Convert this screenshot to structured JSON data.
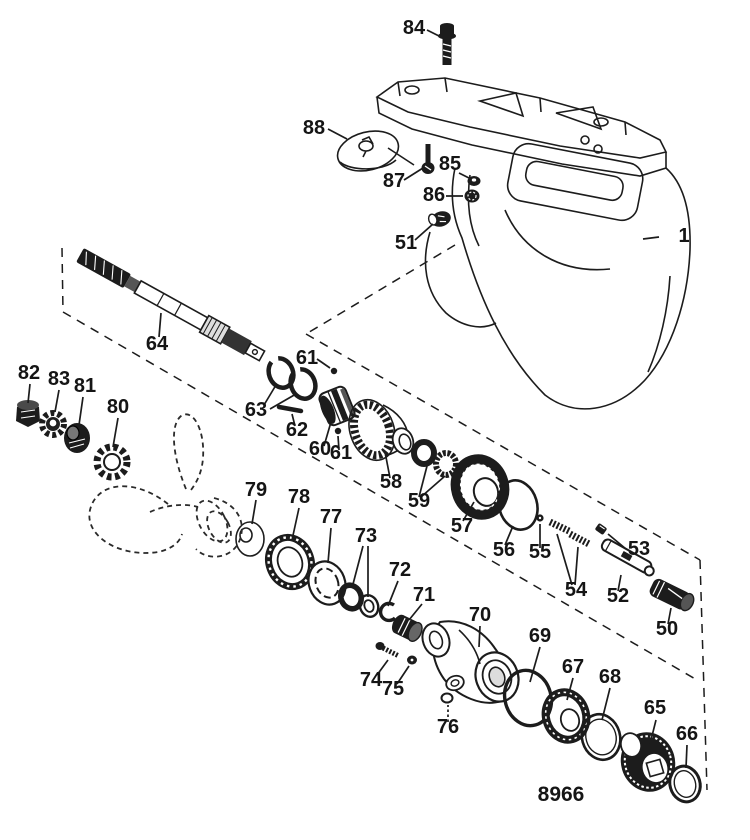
{
  "diagram": {
    "code": "8966",
    "colors": {
      "line": "#1c1c1c",
      "background": "#ffffff"
    },
    "labels": [
      {
        "id": "84",
        "text": "84"
      },
      {
        "id": "88",
        "text": "88"
      },
      {
        "id": "87",
        "text": "87"
      },
      {
        "id": "85",
        "text": "85"
      },
      {
        "id": "86",
        "text": "86"
      },
      {
        "id": "51",
        "text": "51"
      },
      {
        "id": "1",
        "text": "1"
      },
      {
        "id": "64",
        "text": "64"
      },
      {
        "id": "82",
        "text": "82"
      },
      {
        "id": "83",
        "text": "83"
      },
      {
        "id": "81",
        "text": "81"
      },
      {
        "id": "80",
        "text": "80"
      },
      {
        "id": "63",
        "text": "63"
      },
      {
        "id": "61a",
        "text": "61"
      },
      {
        "id": "62",
        "text": "62"
      },
      {
        "id": "60",
        "text": "60"
      },
      {
        "id": "61b",
        "text": "61"
      },
      {
        "id": "58",
        "text": "58"
      },
      {
        "id": "59",
        "text": "59"
      },
      {
        "id": "57",
        "text": "57"
      },
      {
        "id": "56",
        "text": "56"
      },
      {
        "id": "55",
        "text": "55"
      },
      {
        "id": "54",
        "text": "54"
      },
      {
        "id": "53",
        "text": "53"
      },
      {
        "id": "52",
        "text": "52"
      },
      {
        "id": "50",
        "text": "50"
      },
      {
        "id": "79",
        "text": "79"
      },
      {
        "id": "78",
        "text": "78"
      },
      {
        "id": "77",
        "text": "77"
      },
      {
        "id": "73",
        "text": "73"
      },
      {
        "id": "72",
        "text": "72"
      },
      {
        "id": "71",
        "text": "71"
      },
      {
        "id": "74",
        "text": "74"
      },
      {
        "id": "75",
        "text": "75"
      },
      {
        "id": "76",
        "text": "76"
      },
      {
        "id": "70",
        "text": "70"
      },
      {
        "id": "69",
        "text": "69"
      },
      {
        "id": "67",
        "text": "67"
      },
      {
        "id": "68",
        "text": "68"
      },
      {
        "id": "65",
        "text": "65"
      },
      {
        "id": "66",
        "text": "66"
      }
    ]
  }
}
